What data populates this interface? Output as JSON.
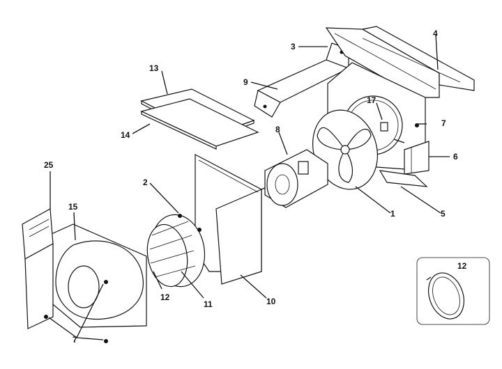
{
  "callouts": [
    {
      "id": "part-13",
      "text": "13"
    },
    {
      "id": "part-14",
      "text": "14"
    },
    {
      "id": "part-9",
      "text": "9"
    },
    {
      "id": "part-3",
      "text": "3"
    },
    {
      "id": "part-4",
      "text": "4"
    },
    {
      "id": "part-17",
      "text": "17"
    },
    {
      "id": "part-7a",
      "text": "7"
    },
    {
      "id": "part-8",
      "text": "8"
    },
    {
      "id": "part-6",
      "text": "6"
    },
    {
      "id": "part-5",
      "text": "5"
    },
    {
      "id": "part-1",
      "text": "1"
    },
    {
      "id": "part-25",
      "text": "25"
    },
    {
      "id": "part-2",
      "text": "2"
    },
    {
      "id": "part-15",
      "text": "15"
    },
    {
      "id": "part-12a",
      "text": "12"
    },
    {
      "id": "part-11",
      "text": "11"
    },
    {
      "id": "part-10",
      "text": "10"
    },
    {
      "id": "part-7b",
      "text": "7"
    },
    {
      "id": "part-12b",
      "text": "12"
    }
  ]
}
